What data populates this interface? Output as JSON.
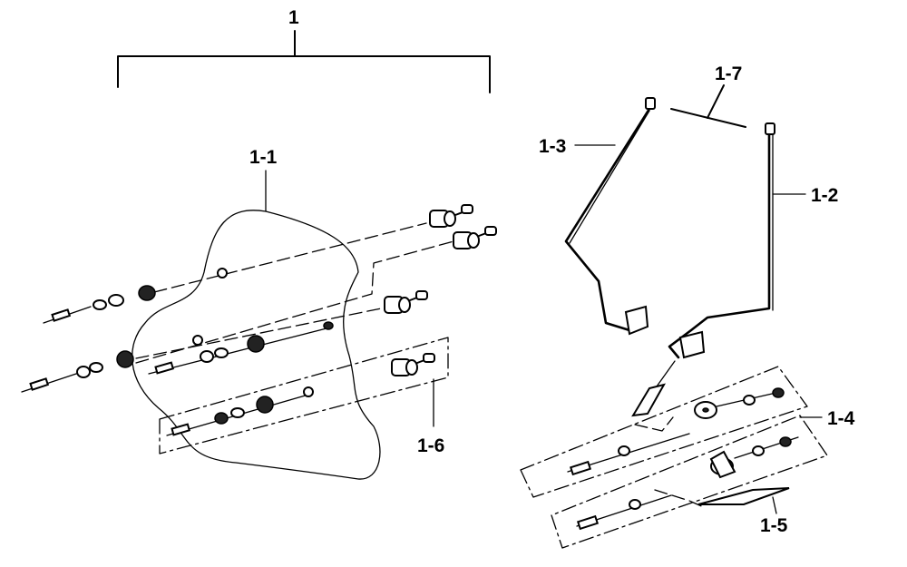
{
  "diagram": {
    "labels": {
      "l1": "1",
      "l1_1": "1-1",
      "l1_2": "1-2",
      "l1_3": "1-3",
      "l1_4": "1-4",
      "l1_5": "1-5",
      "l1_6": "1-6",
      "l1_7": "1-7"
    },
    "colors": {
      "ink": "#000000",
      "paper": "#ffffff"
    }
  }
}
